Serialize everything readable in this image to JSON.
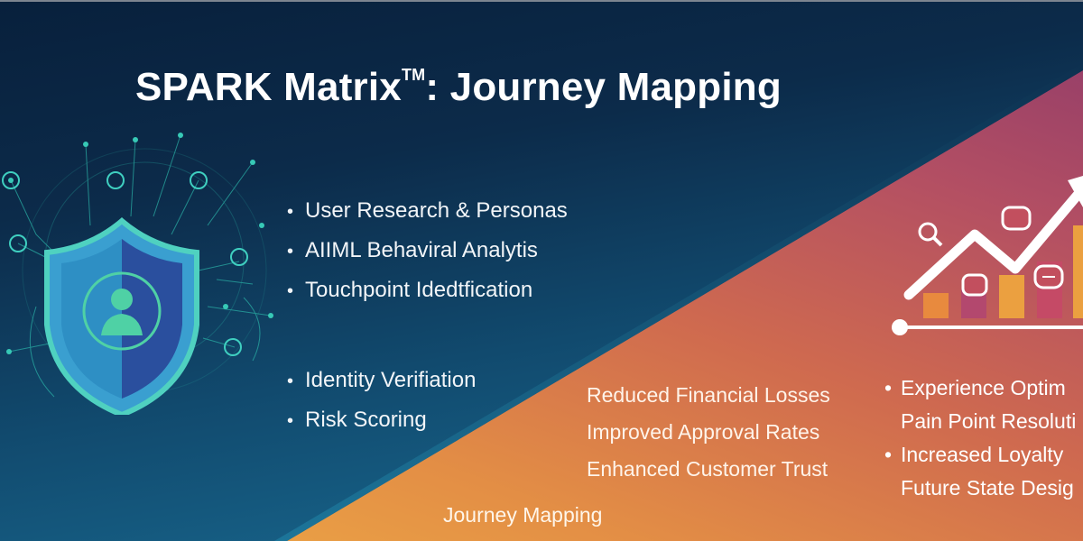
{
  "banner": {
    "title": "SPARK Matrix",
    "title_mark": "TM",
    "title_suffix": ": Journey Mapping"
  },
  "left_top_bullets": [
    "User Research & Personas",
    "AIIML Behaviral Analytis",
    "Touchpoint Idedtfication"
  ],
  "left_bottom_bullets": [
    "Identity Verifiation",
    "Risk Scoring"
  ],
  "benefits": [
    "Reduced Financial Losses",
    "Improved Approval Rates",
    "Enhanced Customer Trust"
  ],
  "right_list": [
    {
      "bullet": true,
      "text": "Experience Optim"
    },
    {
      "bullet": false,
      "text": "Pain Point Resoluti"
    },
    {
      "bullet": true,
      "text": "Increased Loyalty"
    },
    {
      "bullet": false,
      "text": "Future State Desig"
    }
  ],
  "footer_label": "Journey Mapping",
  "icons": {
    "left": "shield-user-network-icon",
    "right": "growth-chart-feedback-icon"
  },
  "colors": {
    "navy": "#08203c",
    "teal": "#1a6f96",
    "magenta": "#8e3a6a",
    "coral": "#cf6a4f",
    "orange": "#eeab45",
    "accent_green": "#4fd1a5"
  }
}
